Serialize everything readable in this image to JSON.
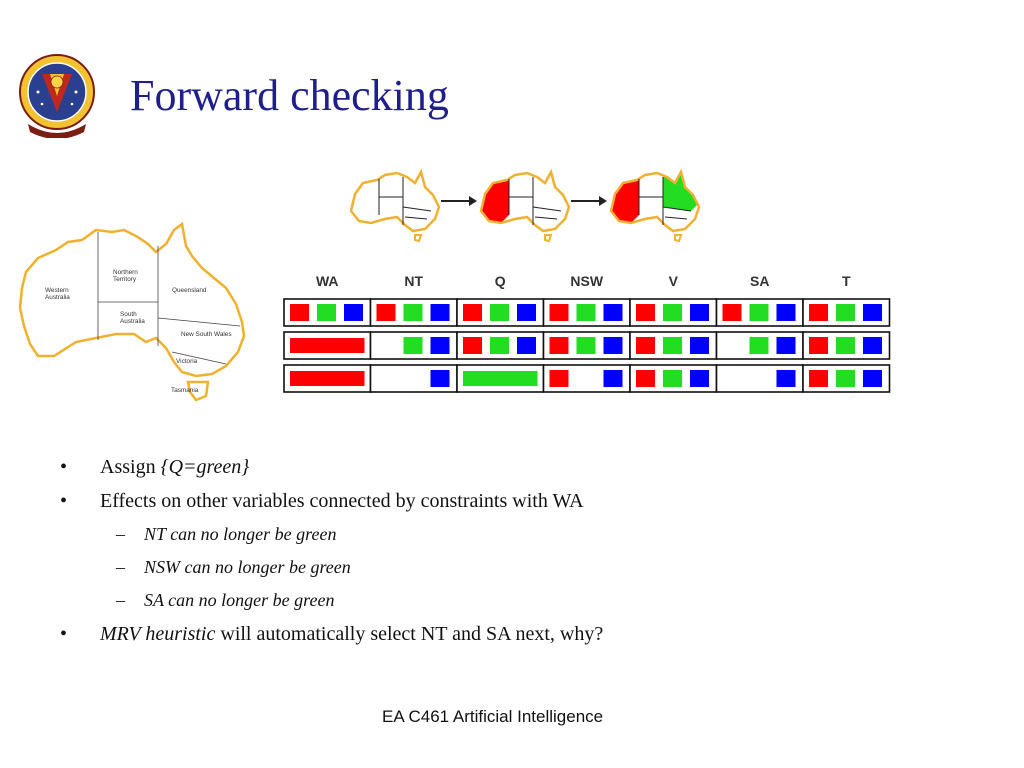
{
  "slide": {
    "title": "Forward checking",
    "footer": "EA C461 Artificial Intelligence"
  },
  "logo": {
    "icon": "institute-seal-icon"
  },
  "map": {
    "regions": [
      {
        "id": "western-australia",
        "label_lines": [
          "Western",
          "Australia"
        ]
      },
      {
        "id": "northern-territory",
        "label_lines": [
          "Northern",
          "Territory"
        ]
      },
      {
        "id": "queensland",
        "label_lines": [
          "Queensland"
        ]
      },
      {
        "id": "south-australia",
        "label_lines": [
          "South",
          "Australia"
        ]
      },
      {
        "id": "new-south-wales",
        "label_lines": [
          "New South Wales"
        ]
      },
      {
        "id": "victoria",
        "label_lines": [
          "Victoria"
        ]
      },
      {
        "id": "tasmania",
        "label_lines": [
          "Tasmania"
        ]
      }
    ]
  },
  "colors": {
    "red": "#ff0000",
    "green": "#22dd22",
    "blue": "#0000ff",
    "map_outline": "#f0b030",
    "title": "#1f1f8c"
  },
  "map_sequence": [
    {
      "step": 1,
      "filled": []
    },
    {
      "step": 2,
      "filled": [
        {
          "region": "WA",
          "color": "red"
        }
      ]
    },
    {
      "step": 3,
      "filled": [
        {
          "region": "WA",
          "color": "red"
        },
        {
          "region": "Q",
          "color": "green"
        }
      ]
    }
  ],
  "domain_table": {
    "columns": [
      "WA",
      "NT",
      "Q",
      "NSW",
      "V",
      "SA",
      "T"
    ],
    "rows": [
      [
        [
          "red",
          "green",
          "blue"
        ],
        [
          "red",
          "green",
          "blue"
        ],
        [
          "red",
          "green",
          "blue"
        ],
        [
          "red",
          "green",
          "blue"
        ],
        [
          "red",
          "green",
          "blue"
        ],
        [
          "red",
          "green",
          "blue"
        ],
        [
          "red",
          "green",
          "blue"
        ]
      ],
      [
        [
          "assigned:red"
        ],
        [
          "green",
          "blue"
        ],
        [
          "red",
          "green",
          "blue"
        ],
        [
          "red",
          "green",
          "blue"
        ],
        [
          "red",
          "green",
          "blue"
        ],
        [
          "green",
          "blue"
        ],
        [
          "red",
          "green",
          "blue"
        ]
      ],
      [
        [
          "assigned:red"
        ],
        [
          "blue"
        ],
        [
          "assigned:green"
        ],
        [
          "red",
          "blue"
        ],
        [
          "red",
          "green",
          "blue"
        ],
        [
          "blue"
        ],
        [
          "red",
          "green",
          "blue"
        ]
      ]
    ]
  },
  "bullets": [
    {
      "level": 1,
      "marker": "•",
      "parts": [
        {
          "text": "Assign "
        },
        {
          "text": "{Q=green}",
          "italic": true
        }
      ]
    },
    {
      "level": 1,
      "marker": "•",
      "parts": [
        {
          "text": "Effects on other variables connected by constraints with WA"
        }
      ]
    },
    {
      "level": 2,
      "marker": "–",
      "parts": [
        {
          "text": "NT can no longer be green"
        }
      ]
    },
    {
      "level": 2,
      "marker": "–",
      "parts": [
        {
          "text": "NSW can no longer be green"
        }
      ]
    },
    {
      "level": 2,
      "marker": "–",
      "parts": [
        {
          "text": "SA can no longer be green"
        }
      ]
    },
    {
      "level": 1,
      "marker": "•",
      "parts": [
        {
          "text": "MRV heuristic",
          "italic": true
        },
        {
          "text": " will automatically select NT and SA next, why?"
        }
      ]
    }
  ]
}
